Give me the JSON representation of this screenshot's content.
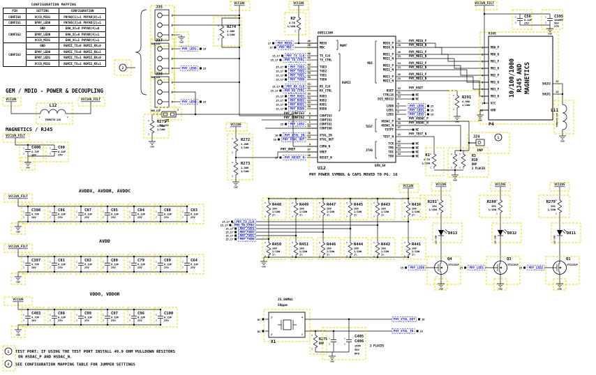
{
  "misc": {
    "pins": [
      "1",
      "2",
      "3",
      "4"
    ]
  },
  "power": {
    "vcc1v8": "VCC1V8",
    "vcc1v8_filt": "VCC1V8_FILT",
    "vcc2v5": "VCC2V5",
    "gnd": "GND"
  },
  "balloons": {
    "one": "1",
    "two": "2"
  },
  "headings": {
    "gem": "GEM / MDIO - POWER & DECOUPLING",
    "mag": "MAGNETICS / RJ45"
  },
  "config_table": {
    "title": "CONFIGURATION MAPPING",
    "headers": [
      "PIN",
      "SETTING",
      "CONFIGURATION"
    ],
    "rows": [
      {
        "pin": "CONFIG0",
        "entries": [
          [
            "VCCO_MIO1",
            "PHYAD[1]=1",
            "PHYAD[0]=1"
          ]
        ]
      },
      {
        "pin": "CONFIG1",
        "entries": [
          [
            "EPHY_LED0",
            "PHYAD[3]=0",
            "PHYAD[2]=1"
          ]
        ]
      },
      {
        "pin": "CONFIG2",
        "entries": [
          [
            "GND",
            "ENA_XC=0",
            "PHYAD[4]=0"
          ],
          [
            "EPHY_LED0",
            "ENA_XC=0",
            "PHYAD[4]=1"
          ],
          [
            "VCCO_MIO1",
            "ENA_XC=1",
            "PHYAD[4]=1"
          ]
        ]
      },
      {
        "pin": "CONFIG3",
        "entries": [
          [
            "GND",
            "RGMII_TX=0",
            "RGMII_RX=0"
          ],
          [
            "EPHY_LED0",
            "RGMII_TX=0",
            "RGMII_RX=1"
          ],
          [
            "EPHY_LED1",
            "RGMII_TX=1",
            "RGMII_RX=0"
          ],
          [
            "VCCO_MIO1",
            "RGMII_TX=1",
            "RGMII_RX=1"
          ]
        ]
      }
    ]
  },
  "notes": [
    {
      "num": "1",
      "line1": "TEST PORT: IF USING THE TEST PORT INSTALL 49.9 OHM PULLDOWN RESITORS",
      "line2": "ON HSDAC_P AND HSDAC_N."
    },
    {
      "num": "2",
      "line1": "SEE CONFIGURATION MAPPING TABLE FOR JUMPER SETTINGS",
      "line2": ""
    }
  ],
  "jumpers": {
    "j35": {
      "ref": "J35",
      "part": "HDR_1X3"
    },
    "j37": {
      "ref": "J37",
      "part": "HDR_1X3"
    },
    "j36": {
      "ref": "J36",
      "part": "HDR_1X3"
    },
    "j5": {
      "ref": "J5",
      "part": "HDR_1X2"
    },
    "j24": {
      "ref": "J24",
      "dnp": "DNP"
    }
  },
  "jumper_nets": {
    "j37_1": {
      "name": "PHY_LED1",
      "ref": "15"
    },
    "j37_3": {
      "name": "PHY_LED0",
      "ref": "15"
    },
    "j36_3": {
      "name": "PHY_LED0",
      "ref": "15"
    }
  },
  "resistors": {
    "r274": {
      "ref": "R274",
      "value": "1.00K",
      "power": "1/16W"
    },
    "r271": {
      "ref": "R271",
      "value": "1.00K",
      "power": "1/16W"
    },
    "r272": {
      "ref": "R272",
      "value": "1.00K",
      "power": "1/16W"
    },
    "r273": {
      "ref": "R273",
      "value": "1.00K",
      "power": "1/16W"
    },
    "r2": {
      "ref": "R2",
      "value": "4.7K",
      "power": "1/16W"
    },
    "r291": {
      "ref": "R291",
      "value": "4.99K",
      "power": "1/16W"
    },
    "r1": {
      "ref": "R1",
      "value": "4.7K",
      "power": "1/16W"
    },
    "r275": {
      "ref": "R275",
      "value": "DNP"
    },
    "r3": {
      "ref": "R3"
    },
    "r10": {
      "ref": "R10"
    },
    "r3r10_value": "DNP",
    "r3r10_note": "2 PLACES"
  },
  "phy": {
    "ref": "U12",
    "part": "88E1116R",
    "package": "QFN_64",
    "nc": "NC",
    "note": "PHY POWER SYMBOL & CAPS MOVED TO PG. 16",
    "groups": [
      "MGMT",
      "RGMII",
      "MDI",
      "TEST",
      "JTAG"
    ],
    "left_pins": [
      {
        "num": "46",
        "name": "MDIO",
        "net": "PHY_MDIO",
        "refs": "17",
        "blue": true
      },
      {
        "num": "48",
        "name": "MDC",
        "net": "PHY_MDC",
        "refs": "17",
        "blue": true
      },
      {
        "num": "60",
        "name": "TX_CLK",
        "net": "PHY_TX_CLK",
        "refs": "15,17",
        "blue": true
      },
      {
        "num": "63",
        "name": "TX_CTRL",
        "net": "PHY_TX_CTRL",
        "refs": "15,17",
        "blue": true
      },
      {
        "num": "62",
        "name": "TXD3",
        "net": "PHY_TXD3",
        "refs": "15,17",
        "blue": true
      },
      {
        "num": "61",
        "name": "TXD2",
        "net": "PHY_TXD2",
        "refs": "15,17",
        "blue": true
      },
      {
        "num": "59",
        "name": "TXD1",
        "net": "PHY_TXD1",
        "refs": "15,17",
        "blue": true
      },
      {
        "num": "58",
        "name": "TXD0",
        "net": "PHY_TXD0",
        "refs": "15,17",
        "blue": true
      },
      {
        "num": "52",
        "name": "RX_CLK",
        "net": "PHY_RX_CLK",
        "refs": "15,17",
        "blue": true
      },
      {
        "num": "51",
        "name": "RX_CTRL",
        "net": "PHY_RX_CTRL",
        "refs": "15,17",
        "blue": true
      },
      {
        "num": "55",
        "name": "RXD3",
        "net": "PHY_RXD3",
        "refs": "15,17",
        "blue": true
      },
      {
        "num": "54",
        "name": "RXD2",
        "net": "PHY_RXD2",
        "refs": "15,17",
        "blue": true
      },
      {
        "num": "53",
        "name": "RXD1",
        "net": "PHY_RXD1",
        "refs": "15,17",
        "blue": true
      },
      {
        "num": "50",
        "name": "RXD0",
        "net": "PHY_RXD0",
        "refs": "15,17",
        "blue": true
      },
      {
        "num": "3",
        "name": "CONFIG3",
        "net": "PHY_CONFIG3",
        "refs": "",
        "blue": false
      },
      {
        "num": "2",
        "name": "CONFIG2",
        "net": "PHY_CONFIG2",
        "refs": "",
        "blue": false
      },
      {
        "num": "1",
        "name": "CONFIG1",
        "net": "PHY_LED2",
        "refs": "15",
        "blue": true
      },
      {
        "num": "64",
        "name": "CONFIG0",
        "net": "",
        "refs": "",
        "blue": false
      },
      {
        "num": "38",
        "name": "XTAL_IN",
        "net": "PHY_XTAL_IN",
        "refs": "16",
        "blue": true
      },
      {
        "num": "39",
        "name": "XTAL_OUT",
        "net": "PHY_XTAL_OUT",
        "refs": "16",
        "blue": true
      },
      {
        "num": "4",
        "name": "COMA_N",
        "net": "",
        "refs": "",
        "blue": false
      },
      {
        "num": "57",
        "name": "VREF",
        "net": "PHY_VREF",
        "refs": "",
        "blue": false
      },
      {
        "num": "10",
        "name": "RESET_N",
        "net": "PHY_RESET_N",
        "refs": "17",
        "blue": true
      }
    ],
    "right_pins": [
      {
        "num": "21",
        "name": "MDI0_P",
        "net": "PHY_MDI0_P"
      },
      {
        "num": "20",
        "name": "MDI0_N",
        "net": "PHY_MDI0_N"
      },
      {
        "num": "26",
        "name": "MDI1_P",
        "net": "PHY_MDI1_P"
      },
      {
        "num": "25",
        "name": "MDI1_N",
        "net": "PHY_MDI1_N"
      },
      {
        "num": "24",
        "name": "MDI2_P",
        "net": "PHY_MDI2_P"
      },
      {
        "num": "23",
        "name": "MDI2_N",
        "net": "PHY_MDI2_N"
      },
      {
        "num": "28",
        "name": "MDI3_P",
        "net": "PHY_MDI3_P"
      },
      {
        "num": "19",
        "name": "MDI3_N",
        "net": "PHY_MDI3_N"
      },
      {
        "num": "33",
        "name": "RSET",
        "net": "PHY_RSET"
      },
      {
        "num": "31",
        "name": "CTRL18",
        "net": "NC"
      },
      {
        "num": "32",
        "name": "DIS_REG12",
        "net": "NC"
      },
      {
        "num": "6",
        "name": "LED0",
        "net": "PHY_LED0",
        "refs": "15",
        "blue": true
      },
      {
        "num": "7",
        "name": "LED1",
        "net": "PHY_LED1",
        "refs": "15",
        "blue": true
      },
      {
        "num": "5",
        "name": "LED2",
        "net": "PHY_LED2",
        "refs": "15",
        "blue": true
      },
      {
        "num": "36",
        "name": "HSDAC_P",
        "net": "PHY_HSDAC_P"
      },
      {
        "num": "35",
        "name": "HSDAC_N",
        "net": "PHY_HSDAC_N"
      },
      {
        "num": "37",
        "name": "TSTPT",
        "net": "NC"
      },
      {
        "num": "11",
        "name": "TEST_N",
        "net": "PHY_TEST_N"
      },
      {
        "num": "42",
        "name": "TCK",
        "net": "NC"
      },
      {
        "num": "41",
        "name": "TMS",
        "net": "NC"
      },
      {
        "num": "43",
        "name": "TDI",
        "net": "NC"
      },
      {
        "num": "44",
        "name": "TDO",
        "net": "NC"
      }
    ]
  },
  "rj45": {
    "ref": "P4",
    "part": "RJ45",
    "line1": "10/100/1000",
    "line2": "RJ45 AND",
    "line3": "MAGNETICS",
    "left_pins": [
      {
        "num": "1",
        "name": "MD0_P"
      },
      {
        "num": "2",
        "name": "MD0_N"
      },
      {
        "num": "3",
        "name": "MD1_P"
      },
      {
        "num": "6",
        "name": "MD1_N"
      },
      {
        "num": "4",
        "name": "MD2_P"
      },
      {
        "num": "5",
        "name": "MD2_N"
      },
      {
        "num": "7",
        "name": "MD3_P"
      },
      {
        "num": "8",
        "name": "MD3_N"
      },
      {
        "num": "9",
        "name": "VCC"
      },
      {
        "num": "10",
        "name": "GND"
      }
    ],
    "right_pins": [
      {
        "num": "12",
        "name": "SHLD2"
      },
      {
        "num": "11",
        "name": "SHLD1"
      }
    ]
  },
  "inductors": {
    "l12": {
      "ref": "L12",
      "part": "FERRITE-220"
    },
    "l11": {
      "ref": "L11",
      "part": "FERRITE-220"
    }
  },
  "caps": {
    "c400": {
      "ref": "C400",
      "value": "4.7UF",
      "volt": "10V"
    },
    "c90": {
      "ref": "C90",
      "value": "0.1UF",
      "volt": "25V"
    },
    "c56": {
      "ref": "C56",
      "value": "0.1UF",
      "volt": "25V"
    },
    "c395": {
      "ref": "C395",
      "value": "1000PF",
      "volt": "50V",
      "diel": "X7R"
    },
    "c405": {
      "ref": "C405"
    },
    "c406": {
      "ref": "C406"
    },
    "xtal_value": "15PF",
    "xtal_volt": "50V",
    "xtal_diel": "NPO",
    "xtal_note": "2 PLACES"
  },
  "cap_banks": [
    {
      "title": "AVDDX, AVDDR, AVDDC",
      "rail": "VCC1V8_FILT",
      "caps": [
        {
          "ref": "C398",
          "value": "4.7UF",
          "volt": "10V"
        },
        {
          "ref": "C86",
          "value": "0.1UF",
          "volt": "25V"
        },
        {
          "ref": "C87",
          "value": "0.1UF",
          "volt": "25V"
        },
        {
          "ref": "C85",
          "value": "0.1UF",
          "volt": "25V"
        },
        {
          "ref": "C84",
          "value": "0.1UF",
          "volt": "25V"
        },
        {
          "ref": "C88",
          "value": "0.1UF",
          "volt": "25V"
        },
        {
          "ref": "C83",
          "value": "0.1UF",
          "volt": "25V"
        }
      ]
    },
    {
      "title": "AVDD",
      "rail": "VCC1V8_FILT",
      "caps": [
        {
          "ref": "C397",
          "value": "4.7UF",
          "volt": "10V"
        },
        {
          "ref": "C81",
          "value": "0.1UF",
          "volt": "25V"
        },
        {
          "ref": "C82",
          "value": "0.1UF",
          "volt": "25V"
        },
        {
          "ref": "C80",
          "value": "0.1UF",
          "volt": "25V"
        },
        {
          "ref": "C79",
          "value": "0.1UF",
          "volt": "25V"
        },
        {
          "ref": "C89",
          "value": "0.1UF",
          "volt": "25V"
        },
        {
          "ref": "C64",
          "value": "0.1UF",
          "volt": "25V"
        }
      ]
    },
    {
      "title": "VDDO, VDDOR",
      "rail": "VCC1V8",
      "caps": [
        {
          "ref": "C403",
          "value": "4.7UF",
          "volt": "10V"
        },
        {
          "ref": "C98",
          "value": "0.1UF",
          "volt": "25V"
        },
        {
          "ref": "C99",
          "value": "0.1UF",
          "volt": "25V"
        },
        {
          "ref": "C97",
          "value": "0.1UF",
          "volt": "25V"
        },
        {
          "ref": "C96",
          "value": "0.1UF",
          "volt": "25V"
        },
        {
          "ref": "C100",
          "value": "0.1UF",
          "volt": "25V"
        }
      ]
    }
  ],
  "term_grid": {
    "value": "100",
    "tol": "1%",
    "power": "1/10W",
    "top_row": [
      "R448",
      "R449",
      "R447",
      "R445",
      "R443",
      "R438"
    ],
    "bottom_row": [
      "R450",
      "R451",
      "R446",
      "R444",
      "R442",
      "R441"
    ],
    "signals": [
      {
        "refs": "15,17",
        "name": "PHY_TX_CLK"
      },
      {
        "refs": "15,17",
        "name": "PHY_TX_CTRL"
      },
      {
        "refs": "15,17",
        "name": "PHY_TXD3"
      },
      {
        "refs": "15,17",
        "name": "PHY_TXD2"
      },
      {
        "refs": "15,17",
        "name": "PHY_TXD1"
      },
      {
        "refs": "15,17",
        "name": "PHY_TXD0"
      }
    ]
  },
  "led_drivers": {
    "rail": "VCC2V5",
    "res_value": "261",
    "res_power": "1/10W",
    "fet_part": "NTS2101P",
    "led_part": "LED-GRN",
    "channels": [
      {
        "res": "R281",
        "led": "D813",
        "fet": "Q4",
        "gate": "PHY_LED0",
        "ref": "15"
      },
      {
        "res": "R280",
        "led": "D812",
        "fet": "Q3",
        "gate": "PHY_LED1",
        "ref": "15"
      },
      {
        "res": "R279",
        "led": "D811",
        "fet": "Q1",
        "gate": "PHY_LED2",
        "ref": "15"
      }
    ]
  },
  "crystal": {
    "ref": "X1",
    "freq": "25.00MHz",
    "ppm": "50ppm",
    "nc": "NC"
  },
  "xtal_nets": {
    "out": {
      "name": "PHY_XTAL_OUT",
      "ref": "16"
    },
    "in": {
      "name": "PHY_XTAL_IN",
      "ref": "16"
    }
  }
}
